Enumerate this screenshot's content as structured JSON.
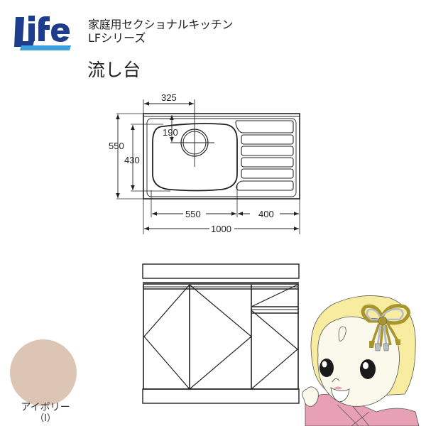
{
  "brand": {
    "logo_text": "Life",
    "colors": {
      "primary": "#1e3c8c",
      "accent": "#3aa0e0"
    }
  },
  "header": {
    "line1": "家庭用セクショナルキッチン",
    "line2": "LFシリーズ",
    "product_title": "流し台"
  },
  "plan_view": {
    "dimensions": {
      "drain_offset_x": "325",
      "drain_offset_y": "190",
      "total_depth": "550",
      "bowl_depth": "430",
      "bowl_width": "550",
      "drainboard_width": "400",
      "total_width": "1000"
    },
    "drainboard_ribs": 6
  },
  "front_view": {
    "doors": [
      "left-door",
      "center-door",
      "right-door"
    ],
    "drawer": "right-top-drawer"
  },
  "color_swatch": {
    "name": "アイボリー",
    "code": "（I）",
    "hex": "#dcc5b5"
  },
  "mascot": {
    "colors": {
      "hair": "#f8eca0",
      "face": "#fbf8ec",
      "kimono": "#e8a0b4",
      "ornament": "#a8962c",
      "ornament_silver": "#b8bcc4"
    }
  }
}
